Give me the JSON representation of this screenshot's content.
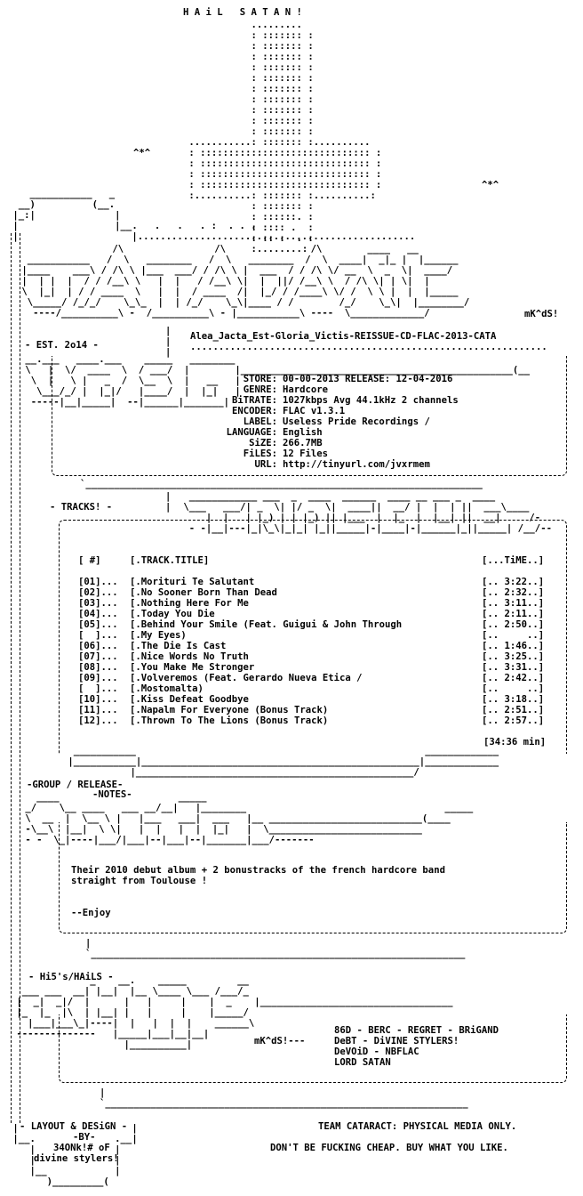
{
  "header": {
    "title": "H A i L   S A T A N !",
    "slogan": "Alea_Jacta_Est-Gloria_Victis-REISSUE-CD-FLAC-2013-CATA",
    "est": "- EST. 2o14 -",
    "tag": "mK^dS!"
  },
  "info": [
    {
      "k": "STORE:",
      "v": "00-00-2013 RELEASE: 12-04-2016"
    },
    {
      "k": "GENRE:",
      "v": "Hardcore"
    },
    {
      "k": "BiTRATE:",
      "v": "1027kbps Avg 44.1kHz 2 channels"
    },
    {
      "k": "ENCODER:",
      "v": "FLAC v1.3.1"
    },
    {
      "k": "LABEL:",
      "v": "Useless Pride Recordings /"
    },
    {
      "k": "LANGUAGE:",
      "v": "English"
    },
    {
      "k": "SiZE:",
      "v": "266.7MB"
    },
    {
      "k": "FiLES:",
      "v": "12 Files"
    },
    {
      "k": "URL:",
      "v": "http://tinyurl.com/jvxrmem"
    }
  ],
  "tracks_section": {
    "label": "- TRACKS! -",
    "col_num": "[ #]",
    "col_title": "[.TRACK.TITLE]",
    "col_time": "[...TiME..]",
    "rows": [
      {
        "n": "[01]...",
        "t": "[.Morituri Te Salutant",
        "d": "[.. 3:22..]"
      },
      {
        "n": "[02]...",
        "t": "[.No Sooner Born Than Dead",
        "d": "[.. 2:32..]"
      },
      {
        "n": "[03]...",
        "t": "[.Nothing Here For Me",
        "d": "[.. 3:11..]"
      },
      {
        "n": "[04]...",
        "t": "[.Today You Die",
        "d": "[.. 2:11..]"
      },
      {
        "n": "[05]...",
        "t": "[.Behind Your Smile (Feat. Guigui & John Through",
        "d": "[.. 2:50..]"
      },
      {
        "n": "[  ]...",
        "t": "[.My Eyes)",
        "d": "[..     ..]"
      },
      {
        "n": "[06]...",
        "t": "[.The Die Is Cast",
        "d": "[.. 1:46..]"
      },
      {
        "n": "[07]...",
        "t": "[.Nice Words No Truth",
        "d": "[.. 3:25..]"
      },
      {
        "n": "[08]...",
        "t": "[.You Make Me Stronger",
        "d": "[.. 3:31..]"
      },
      {
        "n": "[09]...",
        "t": "[.Volveremos (Feat. Gerardo Nueva Etica /",
        "d": "[.. 2:42..]"
      },
      {
        "n": "[  ]...",
        "t": "[.Mostomalta)",
        "d": "[..     ..]"
      },
      {
        "n": "[10]...",
        "t": "[.Kiss Defeat Goodbye",
        "d": "[.. 3:18..]"
      },
      {
        "n": "[11]...",
        "t": "[.Napalm For Everyone (Bonus Track)",
        "d": "[.. 2:51..]"
      },
      {
        "n": "[12]...",
        "t": "[.Thrown To The Lions (Bonus Track)",
        "d": "[.. 2:57..]"
      }
    ],
    "total": "[34:36 min]"
  },
  "notes": {
    "label1": "-GROUP / RELEASE-",
    "label2": "-NOTES-",
    "line1": "Their 2010 debut album + 2 bonustracks of the french hardcore band",
    "line2": "straight from Toulouse !",
    "line3": "--Enjoy"
  },
  "hails": {
    "label": "- Hi5's/HAiLS -",
    "tag": "mK^dS!---",
    "line1": "86D - BERC - REGRET - BRiGAND",
    "line2": "DeBT - DiVINE STYLERS!",
    "line3": "DeVOiD - NBFLAC",
    "line4": "LORD SATAN"
  },
  "footer": {
    "layout": "- LAYOUT & DESiGN -",
    "by": "-BY-",
    "author": "34ONk!# oF",
    "group": "divine stylers!",
    "right1": "TEAM CATARACT: PHYSICAL MEDIA ONLY.",
    "right2": "DON'T BE FUCKING CHEAP. BUY WHAT YOU LIKE."
  }
}
